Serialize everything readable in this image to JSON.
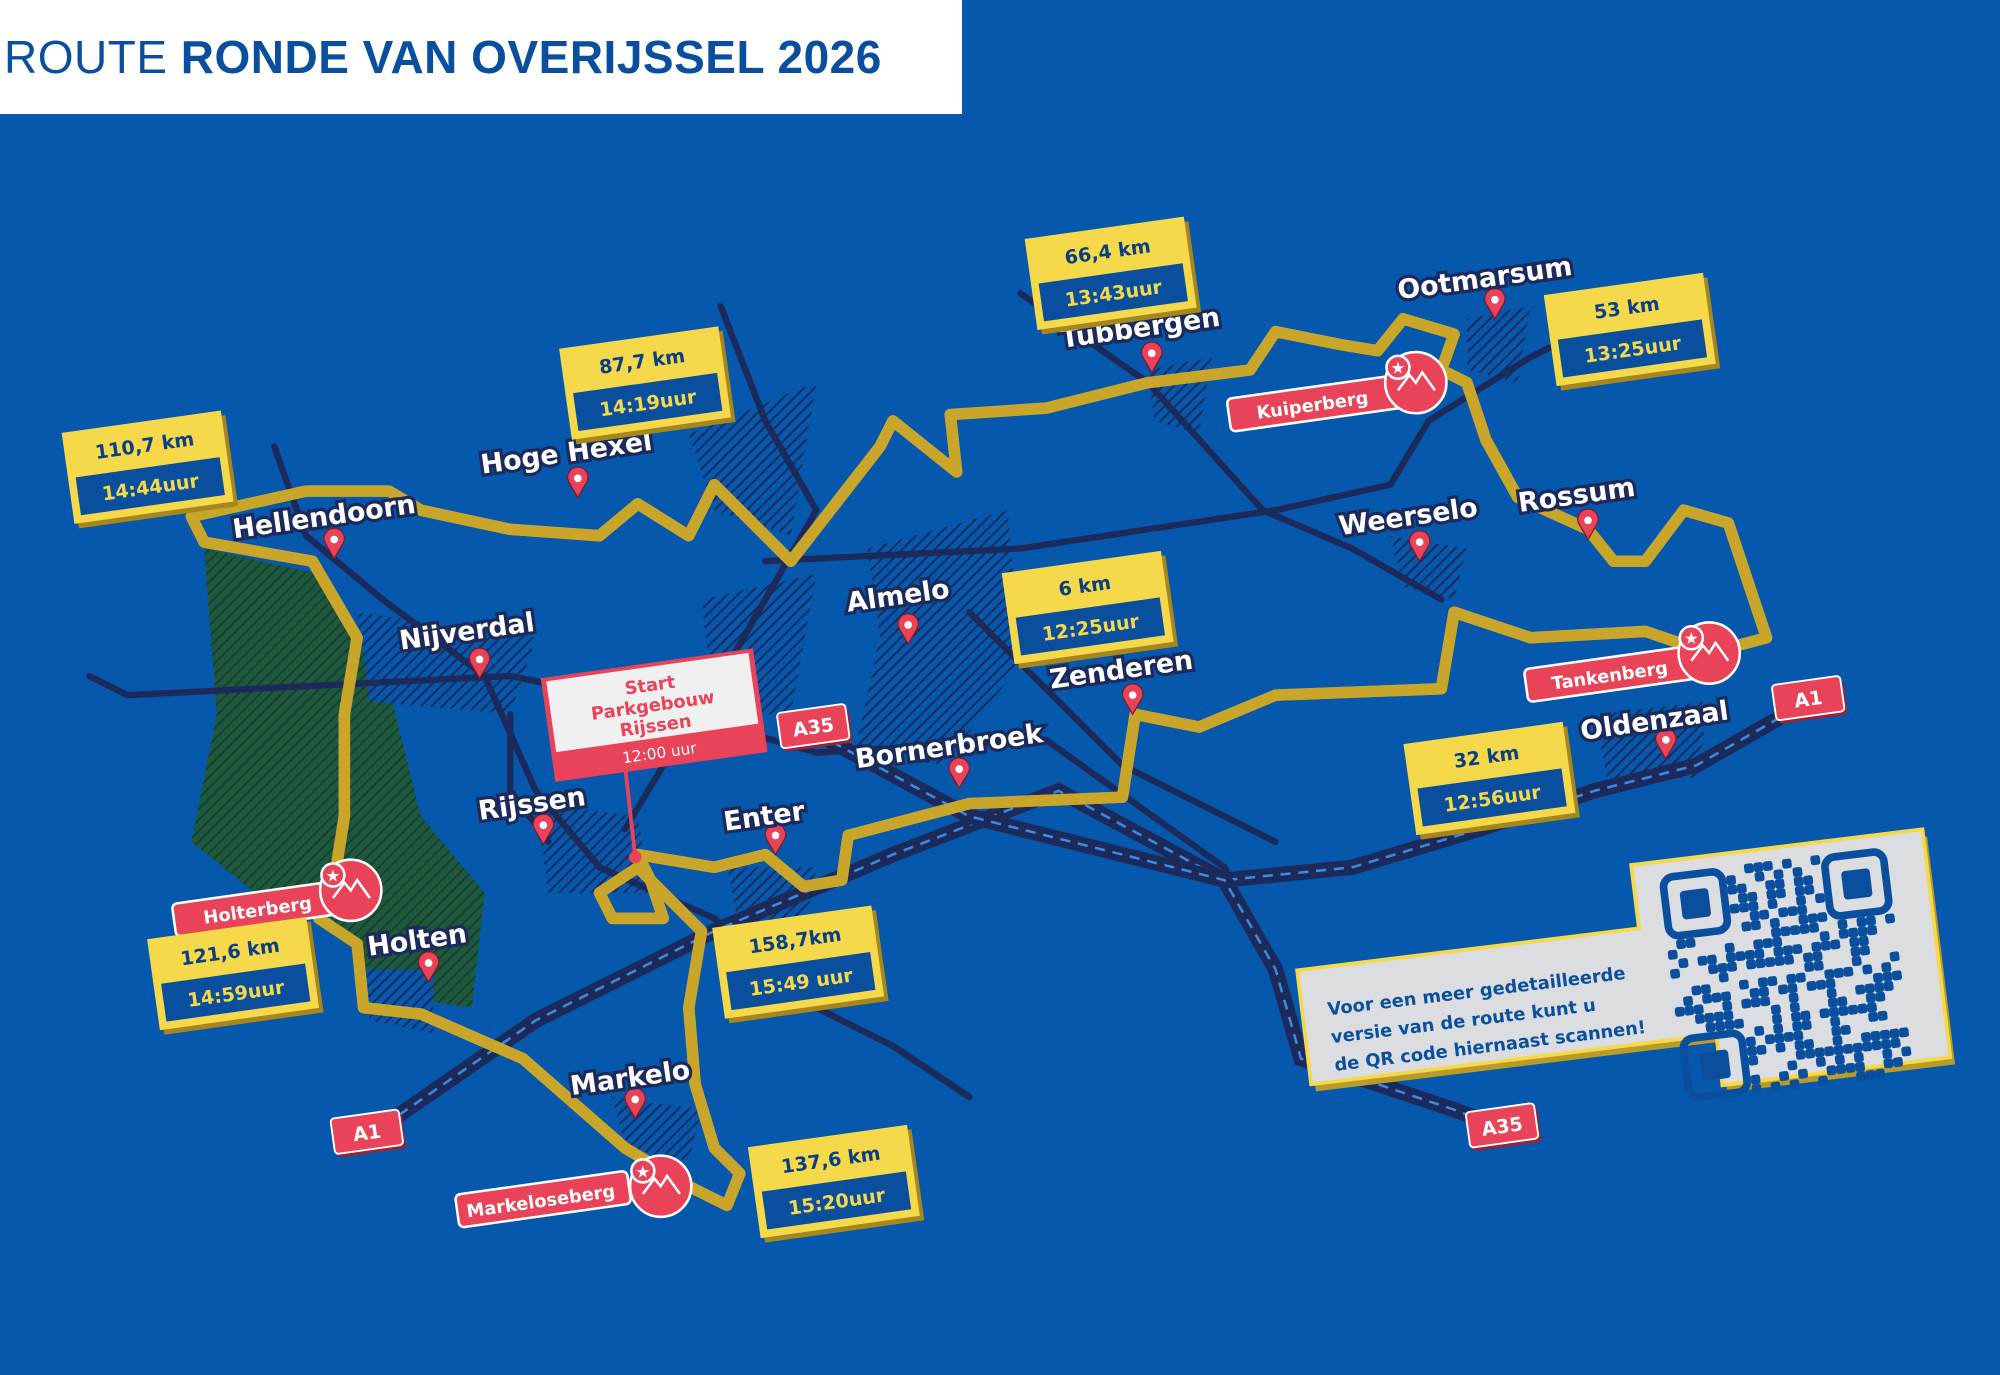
{
  "title": {
    "light": "ROUTE",
    "bold": "RONDE VAN OVERIJSSEL 2026"
  },
  "start": {
    "line1": "Start",
    "line2": "Parkgebouw",
    "line3": "Rijssen",
    "time": "12:00 uur"
  },
  "places": [
    "Hellendoorn",
    "Hoge Hexel",
    "Nijverdal",
    "Rijssen",
    "Enter",
    "Almelo",
    "Bornerbroek",
    "Zenderen",
    "Tubbergen",
    "Ootmarsum",
    "Weerselo",
    "Rossum",
    "Oldenzaal",
    "Holten",
    "Markelo"
  ],
  "checkpoints": [
    {
      "km": "110,7 km",
      "time": "14:44uur"
    },
    {
      "km": "87,7 km",
      "time": "14:19uur"
    },
    {
      "km": "66,4 km",
      "time": "13:43uur"
    },
    {
      "km": "53 km",
      "time": "13:25uur"
    },
    {
      "km": "6 km",
      "time": "12:25uur"
    },
    {
      "km": "32 km",
      "time": "12:56uur"
    },
    {
      "km": "158,7km",
      "time": "15:49 uur"
    },
    {
      "km": "137,6 km",
      "time": "15:20uur"
    },
    {
      "km": "121,6 km",
      "time": "14:59uur"
    }
  ],
  "climbs": [
    "Kuiperberg",
    "Tankenberg",
    "Holterberg",
    "Markeloseberg"
  ],
  "highways": [
    "A35",
    "A1",
    "A1",
    "A35"
  ],
  "qr": {
    "lines": [
      "Voor een meer gedetailleerde",
      "versie van de route kunt u",
      "de QR code hiernaast scannen!"
    ]
  },
  "colors": {
    "background": "#0558ab",
    "route": "#f5d94a",
    "road": "#1b2a5a",
    "marker": "#e84358",
    "forest": "#1e5a3a"
  }
}
